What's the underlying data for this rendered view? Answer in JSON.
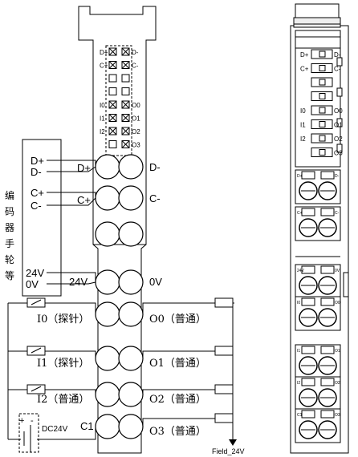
{
  "module_left": {
    "indicator_left": [
      "D+",
      "C+",
      "",
      "",
      "I0",
      "I1",
      "I2",
      ""
    ],
    "indicator_right": [
      "D-",
      "C-",
      "",
      "",
      "O0",
      "O1",
      "O2",
      "O3"
    ]
  },
  "encoder": {
    "title_chars": [
      "编",
      "码",
      "器",
      "手",
      "轮",
      "等"
    ],
    "terminals": [
      "D+",
      "D-",
      "C+",
      "C-",
      "24V",
      "0V"
    ]
  },
  "wiring": {
    "d_plus": "D+",
    "d_minus": "D-",
    "c_plus": "C+",
    "c_minus": "C-",
    "v24": "24V",
    "v0": "0V",
    "in0": "I0（探针）",
    "in1": "I1（探针）",
    "in2": "I2（普通）",
    "c1": "C1",
    "out0": "O0（普通）",
    "out1": "O1（普通）",
    "out2": "O2（普通）",
    "out3": "O3（普通）",
    "supply": "DC24V",
    "supply_plus": "+",
    "supply_minus": "-",
    "field": "Field_24V"
  },
  "module_right": {
    "led_left": [
      "D+",
      "C+",
      "",
      "",
      "I0",
      "I1",
      "I2",
      ""
    ],
    "led_right": [
      "D-",
      "C-",
      "",
      "",
      "O0",
      "O1",
      "O2",
      "O3"
    ],
    "block_labels": [
      [
        "D+",
        "D-"
      ],
      [
        "C+",
        "C-"
      ],
      [
        "24V",
        "0V"
      ],
      [
        "I0",
        "O0"
      ],
      [
        "I1",
        "O1"
      ],
      [
        "I2",
        "O2"
      ],
      [
        "C1",
        "O3"
      ]
    ]
  }
}
